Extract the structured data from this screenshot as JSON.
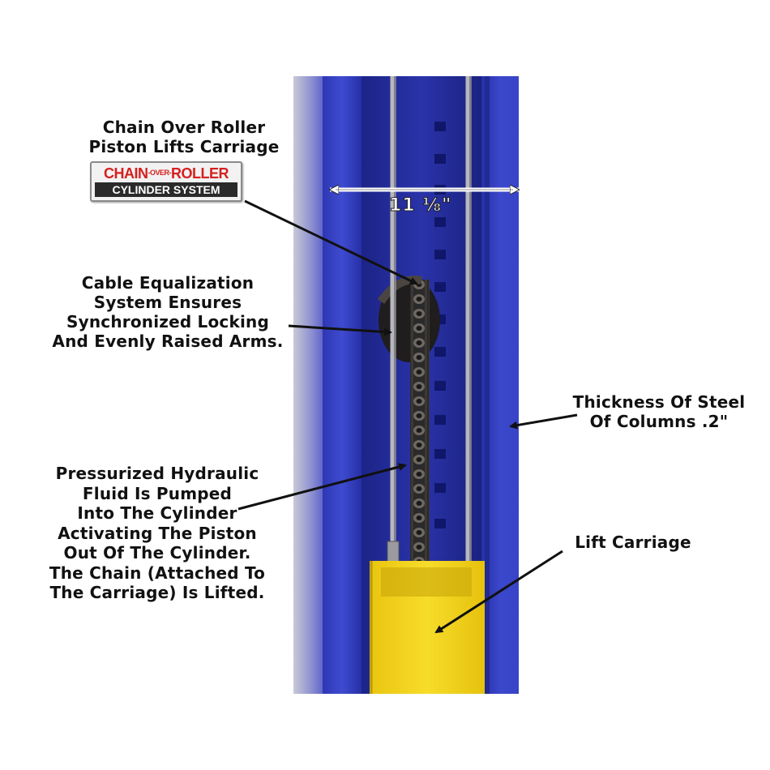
{
  "labels": {
    "chain_over_roller": [
      "Chain Over Roller",
      "Piston Lifts Carriage"
    ],
    "cable_equalization": [
      "Cable Equalization",
      "System Ensures",
      "Synchronized Locking",
      "And Evenly Raised Arms."
    ],
    "hydraulic": [
      "Pressurized Hydraulic",
      "Fluid Is Pumped",
      "Into The Cylinder",
      "Activating The Piston",
      "Out Of The Cylinder.",
      "The Chain (Attached To",
      "The Carriage) Is Lifted."
    ],
    "thickness": [
      "Thickness Of Steel",
      "Of Columns .2\""
    ],
    "lift_carriage": [
      "Lift Carriage"
    ]
  },
  "logo": {
    "top_part1": "CHAIN",
    "top_part2": "-OVER-",
    "top_part3": "ROLLER",
    "bottom": "CYLINDER SYSTEM"
  },
  "dimension": "11 ⅛\"",
  "colors": {
    "column_blue": "#3a46c8",
    "column_dark": "#1e2696",
    "carriage_yellow": "#f2d21a",
    "logo_red": "#d5201f"
  }
}
